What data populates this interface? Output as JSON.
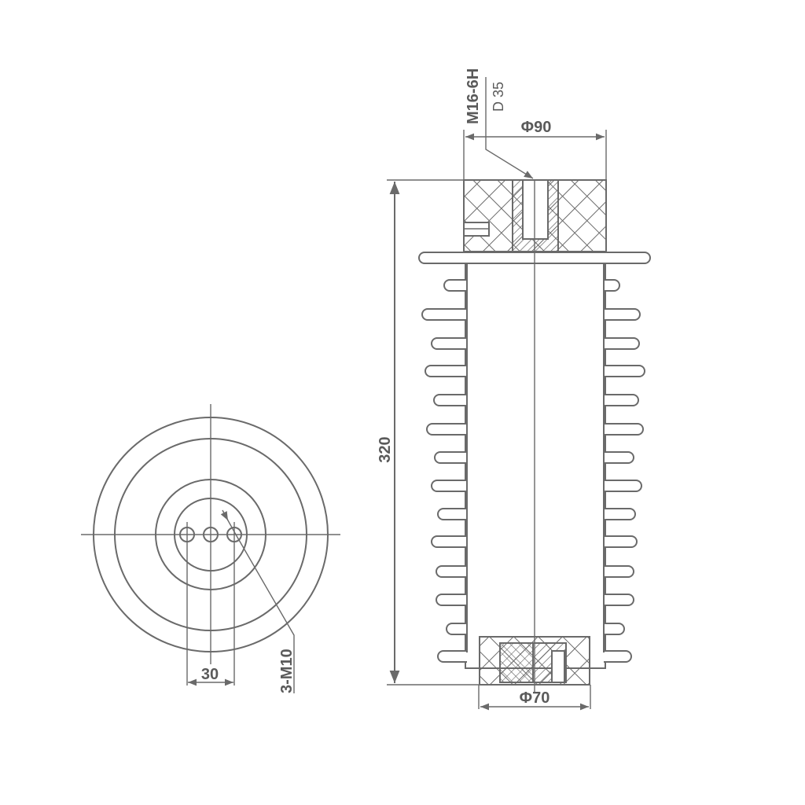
{
  "drawing": {
    "title": "Post insulator technical drawing",
    "line_color": "#6a6a6a",
    "background": "#ffffff",
    "plan_view": {
      "circles": 4,
      "holes": 3,
      "hole_spacing_label": "30",
      "thread_callout": "3-M10"
    },
    "elevation_view": {
      "height_label": "320",
      "top_diameter_label": "Φ90",
      "bottom_diameter_label": "Φ70",
      "top_thread_label": "M16-6H",
      "top_depth_label": "D 35",
      "shed_count": 15
    }
  }
}
